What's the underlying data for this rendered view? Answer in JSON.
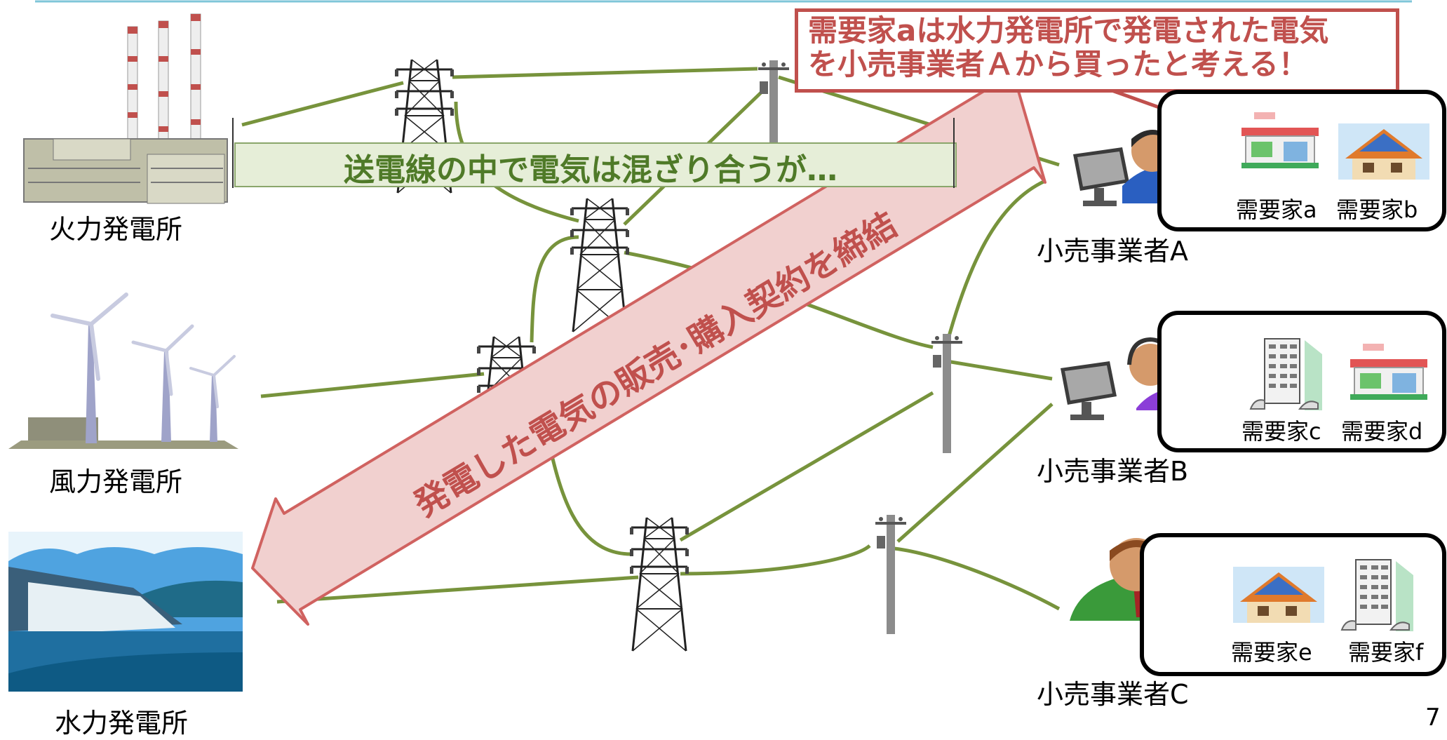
{
  "plants": {
    "thermal": "火力発電所",
    "wind": "風力発電所",
    "hydro": "水力発電所"
  },
  "retailers": {
    "a": "小売事業者A",
    "b": "小売事業者B",
    "c": "小売事業者C"
  },
  "customers": {
    "a": "需要家a",
    "b": "需要家b",
    "c": "需要家c",
    "d": "需要家d",
    "e": "需要家e",
    "f": "需要家f"
  },
  "band_text": "送電線の中で電気は混ざり合うが…",
  "callout": {
    "line1": "需要家aは水力発電所で発電された電気",
    "line2": "を小売事業者Ａから買ったと考える！"
  },
  "arrow_text": "発電した電気の販売･購入契約を締結",
  "page_number": "7",
  "colors": {
    "line_green": "#77933c",
    "accent_red": "#c0504d",
    "band_green": "#e6eed8"
  }
}
